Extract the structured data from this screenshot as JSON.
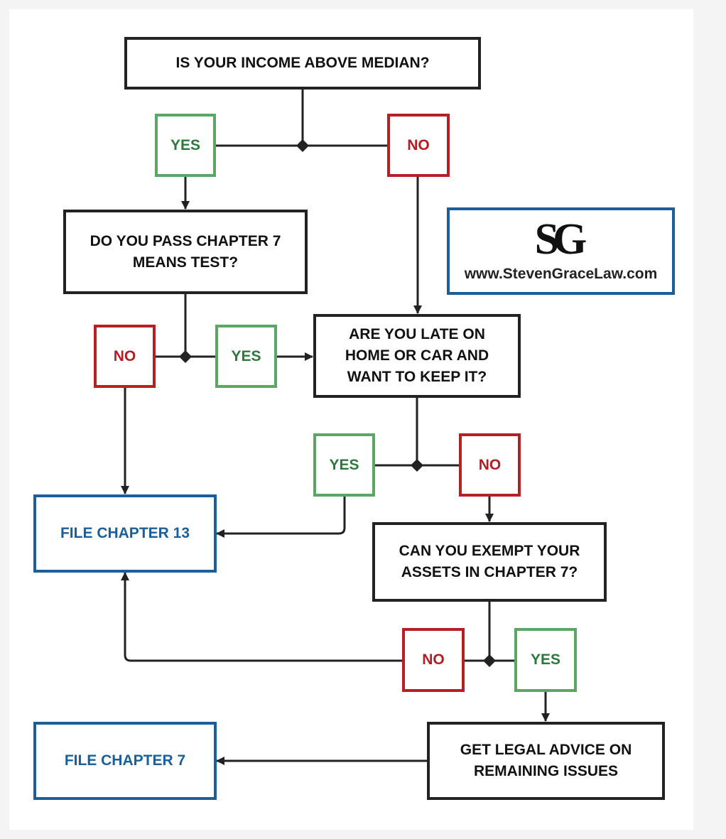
{
  "nodes": {
    "q_income": "IS YOUR INCOME ABOVE MEDIAN?",
    "q_means_line1": "DO YOU PASS CHAPTER 7",
    "q_means_line2": "MEANS TEST?",
    "q_late_line1": "ARE YOU LATE ON",
    "q_late_line2": "HOME OR CAR AND",
    "q_late_line3": "WANT TO KEEP IT?",
    "q_exempt_line1": "CAN YOU EXEMPT YOUR",
    "q_exempt_line2": "ASSETS IN CHAPTER 7?",
    "q_advice_line1": "GET LEGAL ADVICE ON",
    "q_advice_line2": "REMAINING ISSUES",
    "result_ch13": "FILE CHAPTER 13",
    "result_ch7": "FILE CHAPTER 7"
  },
  "labels": {
    "yes": "YES",
    "no": "NO"
  },
  "logo": {
    "monogram": "SG",
    "url": "www.StevenGraceLaw.com"
  },
  "colors": {
    "question_border": "#222222",
    "result_border": "#1d5e96",
    "yes": "#2b7a3b",
    "no": "#b41d22"
  }
}
